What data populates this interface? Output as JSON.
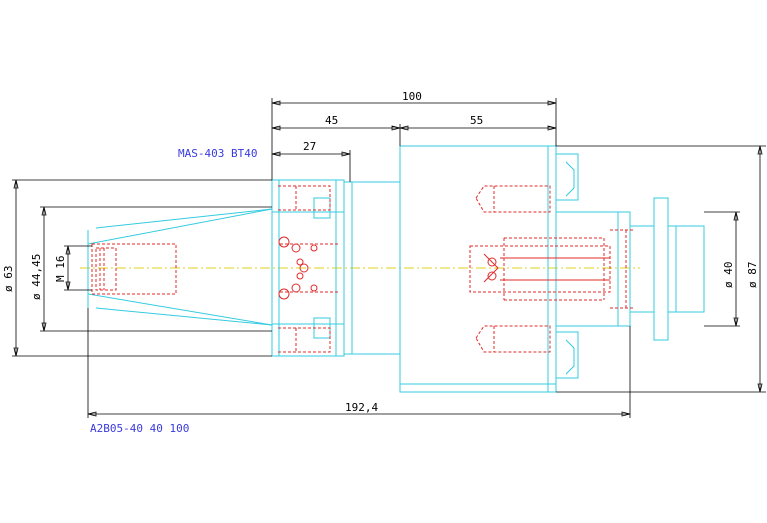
{
  "dimensions": {
    "overall_length": "100",
    "segment_left": "45",
    "segment_right": "55",
    "taper_segment": "27",
    "total_length": "192,4",
    "dia_flange": "ø 63",
    "dia_taper": "ø 44,45",
    "thread": "M 16",
    "dia_shank": "ø 40",
    "dia_body": "ø 87"
  },
  "labels": {
    "taper_standard": "MAS-403  BT40",
    "part_code": "A2B05-40  40  100"
  },
  "colors": {
    "outline": "#33cbe0",
    "hidden": "#e02a2a",
    "dimension": "#000000",
    "centerline": "#e0d21f",
    "label": "#3a3adf"
  }
}
